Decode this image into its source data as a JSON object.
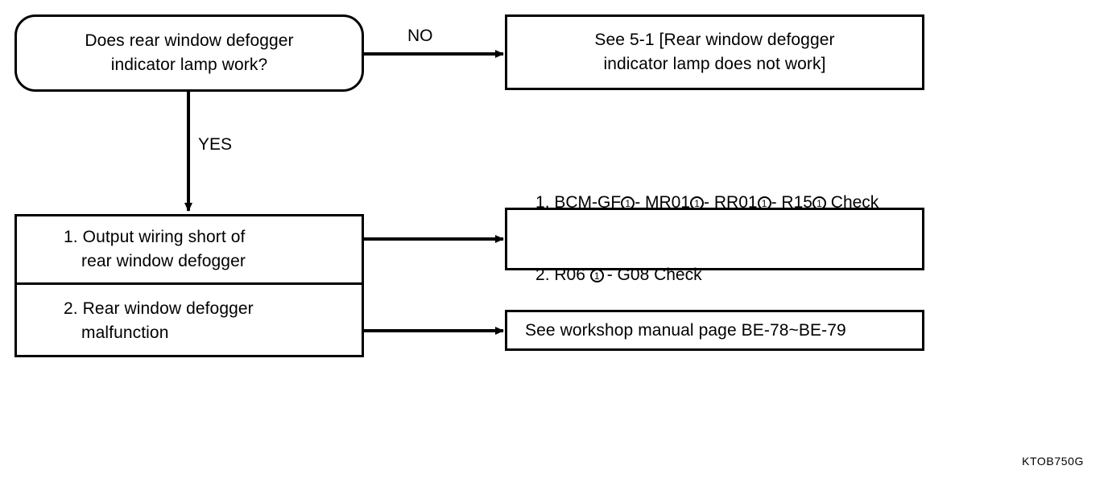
{
  "diagram": {
    "title_code": "KTOB750G",
    "nodes": {
      "question": {
        "shape": "stadium",
        "line1": "Does rear window defogger",
        "line2": "indicator lamp work?"
      },
      "see_5_1": {
        "shape": "rect",
        "line1": "See 5-1 [Rear window defogger",
        "line2": "indicator lamp does not work]"
      },
      "causes": {
        "shape": "rect-split",
        "cell1_line1": "1. Output wiring short of",
        "cell1_line2": "rear window defogger",
        "cell2_line1": "2. Rear window defogger",
        "cell2_line2": "malfunction"
      },
      "check_list": {
        "shape": "rect",
        "line1_prefix": "1. BCM-GF",
        "line1_seg2": "- MR01",
        "line1_seg3": "- RR01",
        "line1_seg4": "- R15",
        "line1_suffix": " Check",
        "line2_prefix": "2. R06 ",
        "line2_suffix": "- G08 Check",
        "circled_marker": "1"
      },
      "workshop": {
        "shape": "rect",
        "line1": "See workshop manual page BE-78~BE-79"
      }
    },
    "edges": {
      "no_label": "NO",
      "yes_label": "YES"
    },
    "colors": {
      "stroke": "#000000",
      "background": "#ffffff"
    }
  }
}
